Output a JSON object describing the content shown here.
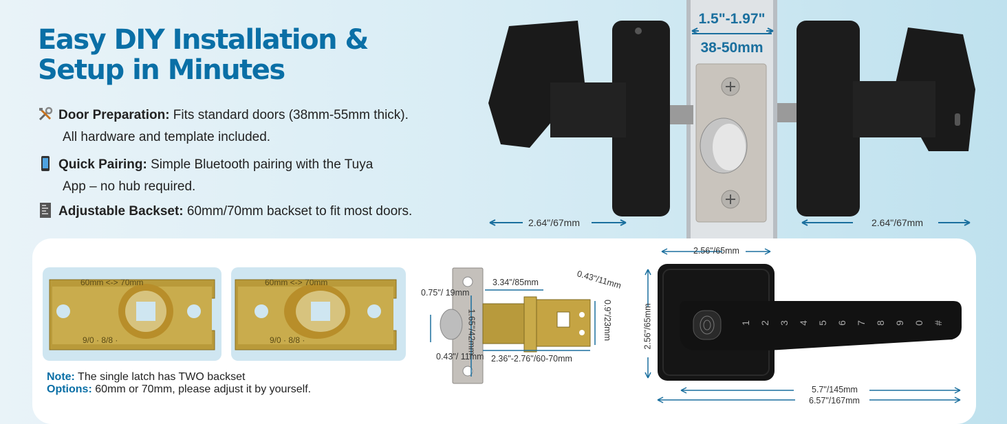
{
  "title_line1": "Easy DIY Installation &",
  "title_line2": "Setup in Minutes",
  "features": [
    {
      "icon": "tools-icon",
      "bold": "Door Preparation:",
      "text": " Fits standard doors (38mm-55mm thick).",
      "cont": "All hardware and template included."
    },
    {
      "icon": "phone-icon",
      "bold": "Quick Pairing:",
      "text": " Simple Bluetooth pairing with the Tuya",
      "cont": "App – no hub required."
    },
    {
      "icon": "ruler-icon",
      "bold": "Adjustable Backset:",
      "text": " 60mm/70mm backset to fit most doors.",
      "cont": ""
    }
  ],
  "door_thickness": {
    "inch": "1.5\"-1.97\"",
    "mm": "38-50mm"
  },
  "handle_left_width": "2.64\"/67mm",
  "handle_right_width": "2.64\"/67mm",
  "plate_label": "60mm <-> 70mm",
  "plate_marks": "9/0 · 8/8 ·",
  "latch_dims": {
    "face_width": "0.75\"/ 19mm",
    "face_height": "1.65\"/42mm",
    "length": "3.34\"/85mm",
    "tail": "0.43\"/11mm",
    "height": "0.9\"/23mm",
    "bolt": "0.43\"/ 11mm",
    "backset": "2.36\"-2.76\"/60-70mm"
  },
  "lever_dims": {
    "rose_width": "2.56\"/65mm",
    "rose_height": "2.56\"/65mm",
    "lever_length": "5.7\"/145mm",
    "total_length": "6.57\"/167mm"
  },
  "keypad_keys": [
    "1",
    "2",
    "3",
    "4",
    "5",
    "6",
    "7",
    "8",
    "9",
    "0",
    "#"
  ],
  "note": {
    "label1": "Note:",
    "text1": " The single latch has TWO backset",
    "label2": "Options:",
    "text2": " 60mm or 70mm, please adjust it by yourself."
  },
  "colors": {
    "accent": "#0a6fa6",
    "lock_black": "#141414"
  }
}
